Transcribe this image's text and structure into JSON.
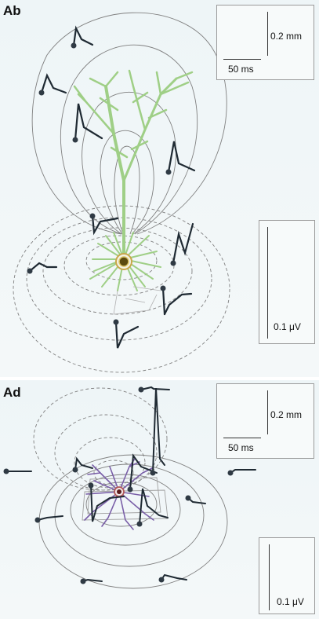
{
  "panels": [
    {
      "label": "Ab"
    },
    {
      "label": "Ad"
    }
  ],
  "scale_bars": {
    "distance": "0.2 mm",
    "time": "50 ms",
    "voltage": "0.1 μV"
  },
  "colors": {
    "pyramidal_dendrites": "#9fcf86",
    "interneuron_dendrites": "#7a5fa8",
    "field_lines": "#777777",
    "traces": "#1f2a33",
    "soma_ring": "#caa128"
  }
}
